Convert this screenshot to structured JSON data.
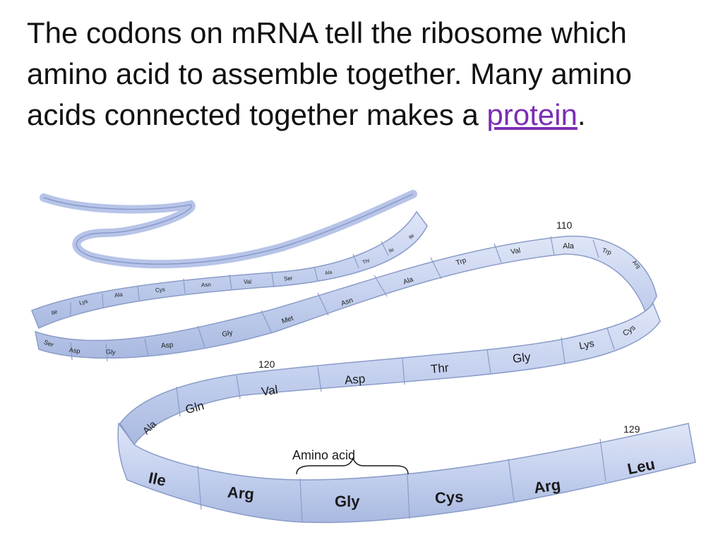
{
  "slide": {
    "sentence1": "The codons on mRNA tell the ribosome which amino acid to assemble together.",
    "sentence2": "Many amino acids connected together makes a",
    "link_text": "protein",
    "end_punct": ".",
    "link_color": "#7b2fb5"
  },
  "diagram": {
    "ribbon_color": "#c4d0ee",
    "edge_color": "#8a9cc8",
    "bracket_label": "Amino acid",
    "position_labels": [
      "110",
      "120",
      "129"
    ],
    "bottom_row": [
      "Ile",
      "Arg",
      "Gly",
      "Cys",
      "Arg",
      "Leu"
    ],
    "middle_row": [
      "Ala",
      "Gln",
      "Val",
      "Asp",
      "Thr",
      "Gly",
      "Lys",
      "Cys"
    ],
    "upper_row": [
      "Ser",
      "Asp",
      "Gly",
      "Asp",
      "Gly",
      "Met",
      "Asn",
      "Ala",
      "Trp",
      "Val",
      "Ala",
      "Trp",
      "Arg"
    ],
    "top_row": [
      "Ile",
      "Lys",
      "Ala",
      "Cys",
      "Asn",
      "Val",
      "Ser",
      "Ala",
      "Thr",
      "Ile",
      "Ile"
    ]
  }
}
